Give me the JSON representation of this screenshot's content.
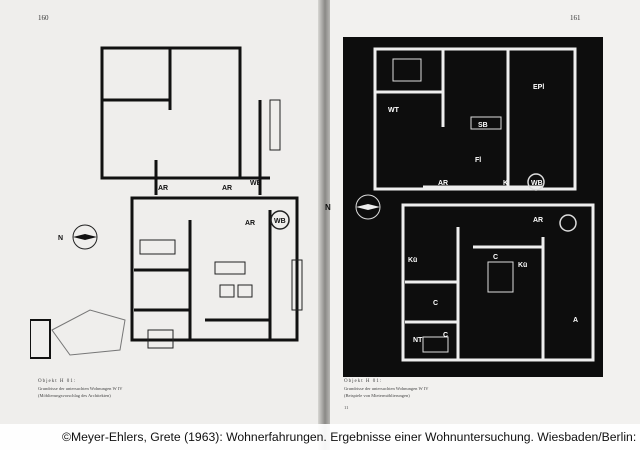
{
  "left_page": {
    "page_number": "160",
    "caption": {
      "title": "Objekt H 01:",
      "line1": "Grundrisse der untersuchten Wohnungen W IV",
      "line2": "(Möblierungsvorschlag des Architekten)"
    },
    "plan_labels": [
      "AR",
      "AR",
      "AR",
      "WB",
      "WB",
      "N"
    ]
  },
  "right_page": {
    "page_number": "161",
    "caption": {
      "title": "Objekt H 01:",
      "line1": "Grundrisse der untersuchten Wohnungen W IV",
      "line2": "(Beispiele von Mietermöblierungen)",
      "note": "11"
    },
    "plan_labels": [
      "EPl",
      "WT",
      "SB",
      "Fl",
      "AR",
      "K",
      "WB",
      "AR",
      "N",
      "Kü",
      "C",
      "C",
      "NT",
      "Kü",
      "A",
      "C"
    ]
  },
  "footer": {
    "credit": "©Meyer-Ehlers, Grete (1963): Wohnerfahrungen. Ergebnisse einer Wohnuntersuchung. Wiesbaden/Berlin:"
  }
}
